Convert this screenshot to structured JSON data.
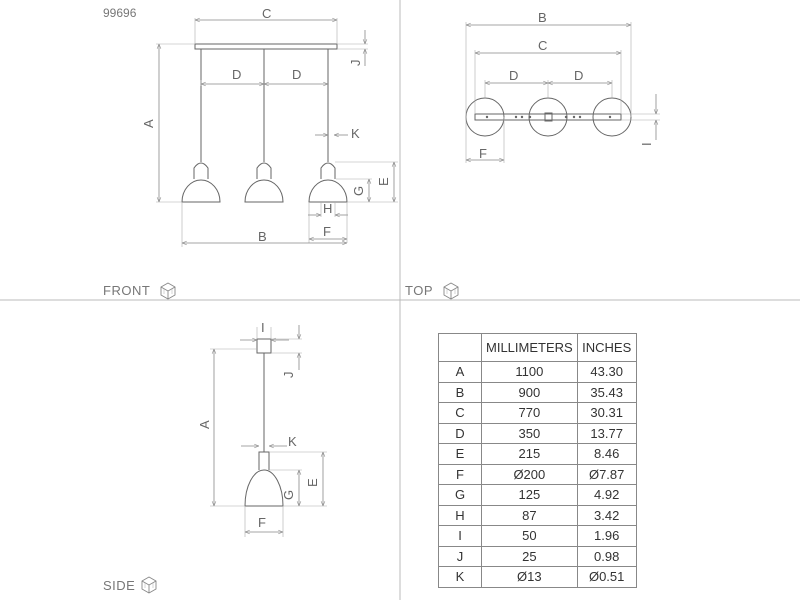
{
  "model_number": "99696",
  "views": {
    "front": "FRONT",
    "top": "TOP",
    "side": "SIDE"
  },
  "icons": {
    "view_icon": "isometric-cube-icon"
  },
  "labels": {
    "A": "A",
    "B": "B",
    "C": "C",
    "D": "D",
    "E": "E",
    "F": "F",
    "G": "G",
    "H": "H",
    "I": "I",
    "J": "J",
    "K": "K"
  },
  "table": {
    "headers": [
      "",
      "MILLIMETERS",
      "INCHES"
    ],
    "rows": [
      {
        "key": "A",
        "mm": "1100",
        "in": "43.30"
      },
      {
        "key": "B",
        "mm": "900",
        "in": "35.43"
      },
      {
        "key": "C",
        "mm": "770",
        "in": "30.31"
      },
      {
        "key": "D",
        "mm": "350",
        "in": "13.77"
      },
      {
        "key": "E",
        "mm": "215",
        "in": "8.46"
      },
      {
        "key": "F",
        "mm": "Ø200",
        "in": "Ø7.87"
      },
      {
        "key": "G",
        "mm": "125",
        "in": "4.92"
      },
      {
        "key": "H",
        "mm": "87",
        "in": "3.42"
      },
      {
        "key": "I",
        "mm": "50",
        "in": "1.96"
      },
      {
        "key": "J",
        "mm": "25",
        "in": "0.98"
      },
      {
        "key": "K",
        "mm": "Ø13",
        "in": "Ø0.51"
      }
    ]
  }
}
